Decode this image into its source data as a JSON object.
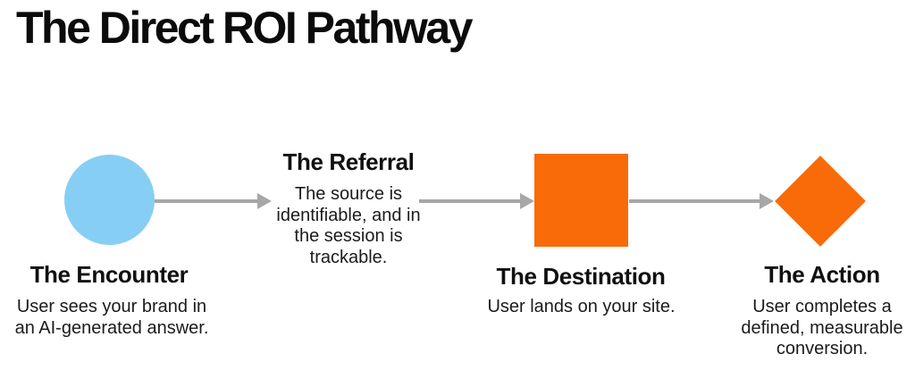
{
  "title": "The Direct ROI Pathway",
  "colors": {
    "background": "#FFFFFF",
    "arrow": "#A7A7A7",
    "circle_blue": "#87CEF5",
    "shape_orange": "#F96A08"
  },
  "steps": [
    {
      "name": "The Encounter",
      "shape": "circle",
      "shape_color": "#87CEF5",
      "description": "User sees your brand in\nan AI-generated answer."
    },
    {
      "name": "The Referral",
      "description": "The source is\nidentifiable, and in\nthe session is\ntrackable."
    },
    {
      "name": "The Destination",
      "shape": "square",
      "shape_color": "#F96A08",
      "description": "User lands on your site."
    },
    {
      "name": "The Action",
      "shape": "diamond",
      "shape_color": "#F96A08",
      "description": "User completes a\ndefined, measurable\nconversion."
    }
  ]
}
